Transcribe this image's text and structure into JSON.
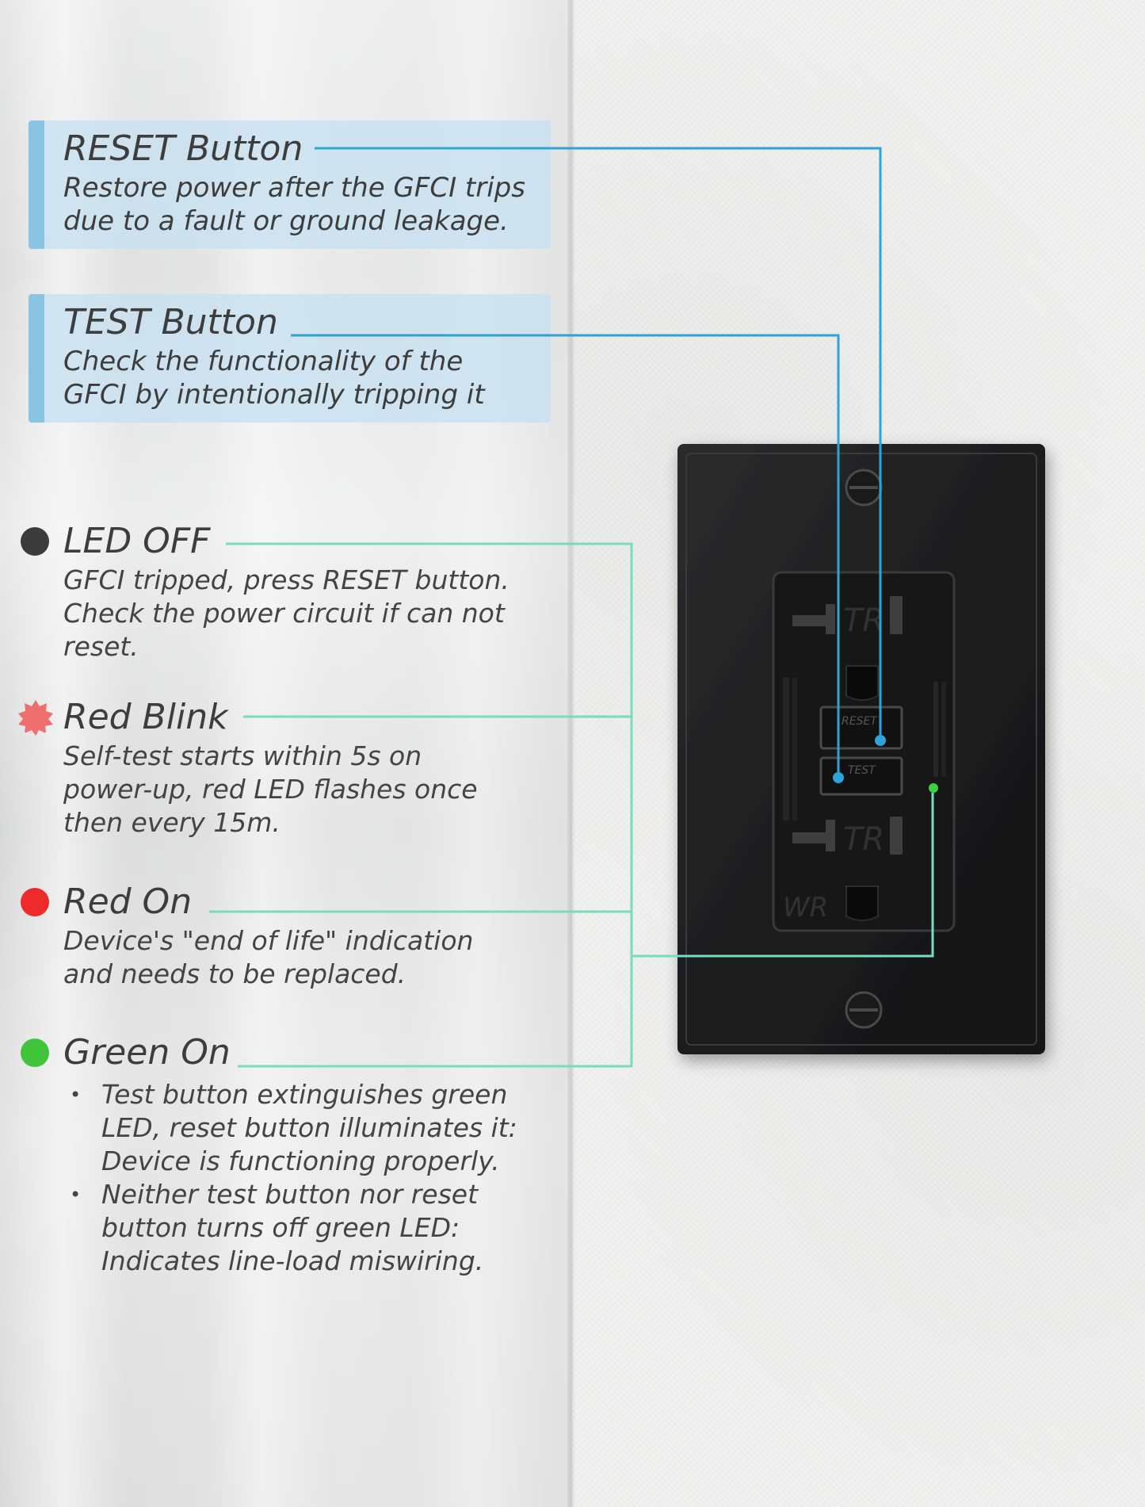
{
  "reset_card": {
    "title": "RESET Button",
    "line1": "Restore power after the GFCI trips",
    "line2": "due to a fault or ground leakage."
  },
  "test_card": {
    "title": "TEST Button",
    "line1": "Check the functionality of the",
    "line2": "GFCI by intentionally tripping it"
  },
  "led_off": {
    "title": "LED OFF",
    "line1": "GFCI tripped, press RESET button.",
    "line2": "Check the power circuit if can not",
    "line3": "reset.",
    "color": "#3b3b3b"
  },
  "red_blink": {
    "title": "Red Blink",
    "line1": "Self-test starts within 5s on",
    "line2": "power-up, red LED flashes once",
    "line3": "then every 15m.",
    "color": "#ef6f6f"
  },
  "red_on": {
    "title": "Red On",
    "line1": "Device's \"end of life\" indication",
    "line2": "and needs to be replaced.",
    "color": "#ee2a2a"
  },
  "green_on": {
    "title": "Green On",
    "bullet1_line1": "Test button extinguishes green",
    "bullet1_line2": "LED, reset button illuminates it:",
    "bullet1_line3": "Device is functioning properly.",
    "bullet2_line1": "Neither test button nor reset",
    "bullet2_line2": "button turns off green LED:",
    "bullet2_line3": "Indicates line-load miswiring.",
    "color": "#3fc43a"
  },
  "outlet": {
    "marking_top": "TR",
    "marking_bottom": "TR",
    "marking_wr": "WR",
    "reset_label": "RESET",
    "test_label": "TEST",
    "plate_color": "#1d1d1e",
    "led_color": "#3bd142"
  },
  "colors": {
    "button_callout_line": "#2ea3da",
    "led_callout_line": "#78dcc0"
  }
}
